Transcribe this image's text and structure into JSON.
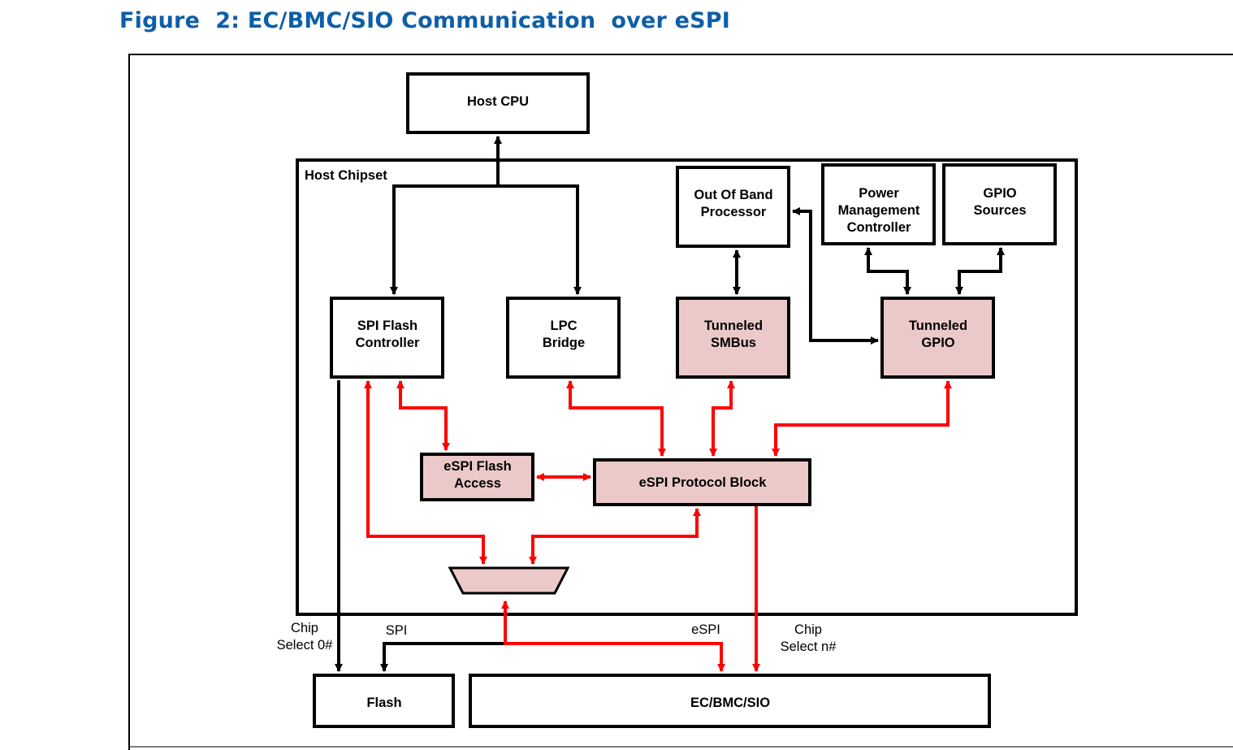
{
  "figure_title": "Figure  2: EC/BMC/SIO Communication  over eSPI",
  "colors": {
    "title": "#0e5ea8",
    "espi_path": "#ff0000",
    "shaded_block": "#ecc9c9",
    "line": "#000000"
  },
  "blocks": {
    "host_cpu": "Host CPU",
    "host_chipset": "Host Chipset",
    "out_of_band_processor": [
      "Out Of Band",
      "Processor"
    ],
    "power_management_controller": [
      "Power",
      "Management",
      "Controller"
    ],
    "gpio_sources": [
      "GPIO",
      "Sources"
    ],
    "spi_flash_controller": [
      "SPI Flash",
      "Controller"
    ],
    "lpc_bridge": [
      "LPC",
      "Bridge"
    ],
    "tunneled_smbus": [
      "Tunneled",
      "SMBus"
    ],
    "tunneled_gpio": [
      "Tunneled",
      "GPIO"
    ],
    "espi_flash_access": [
      "eSPI Flash",
      "Access"
    ],
    "espi_protocol_block": "eSPI Protocol Block",
    "flash": "Flash",
    "ec_bmc_sio": "EC/BMC/SIO"
  },
  "signals": {
    "chip_select_0": [
      "Chip",
      "Select 0#"
    ],
    "spi": "SPI",
    "espi": "eSPI",
    "chip_select_n": [
      "Chip",
      "Select n#"
    ]
  }
}
